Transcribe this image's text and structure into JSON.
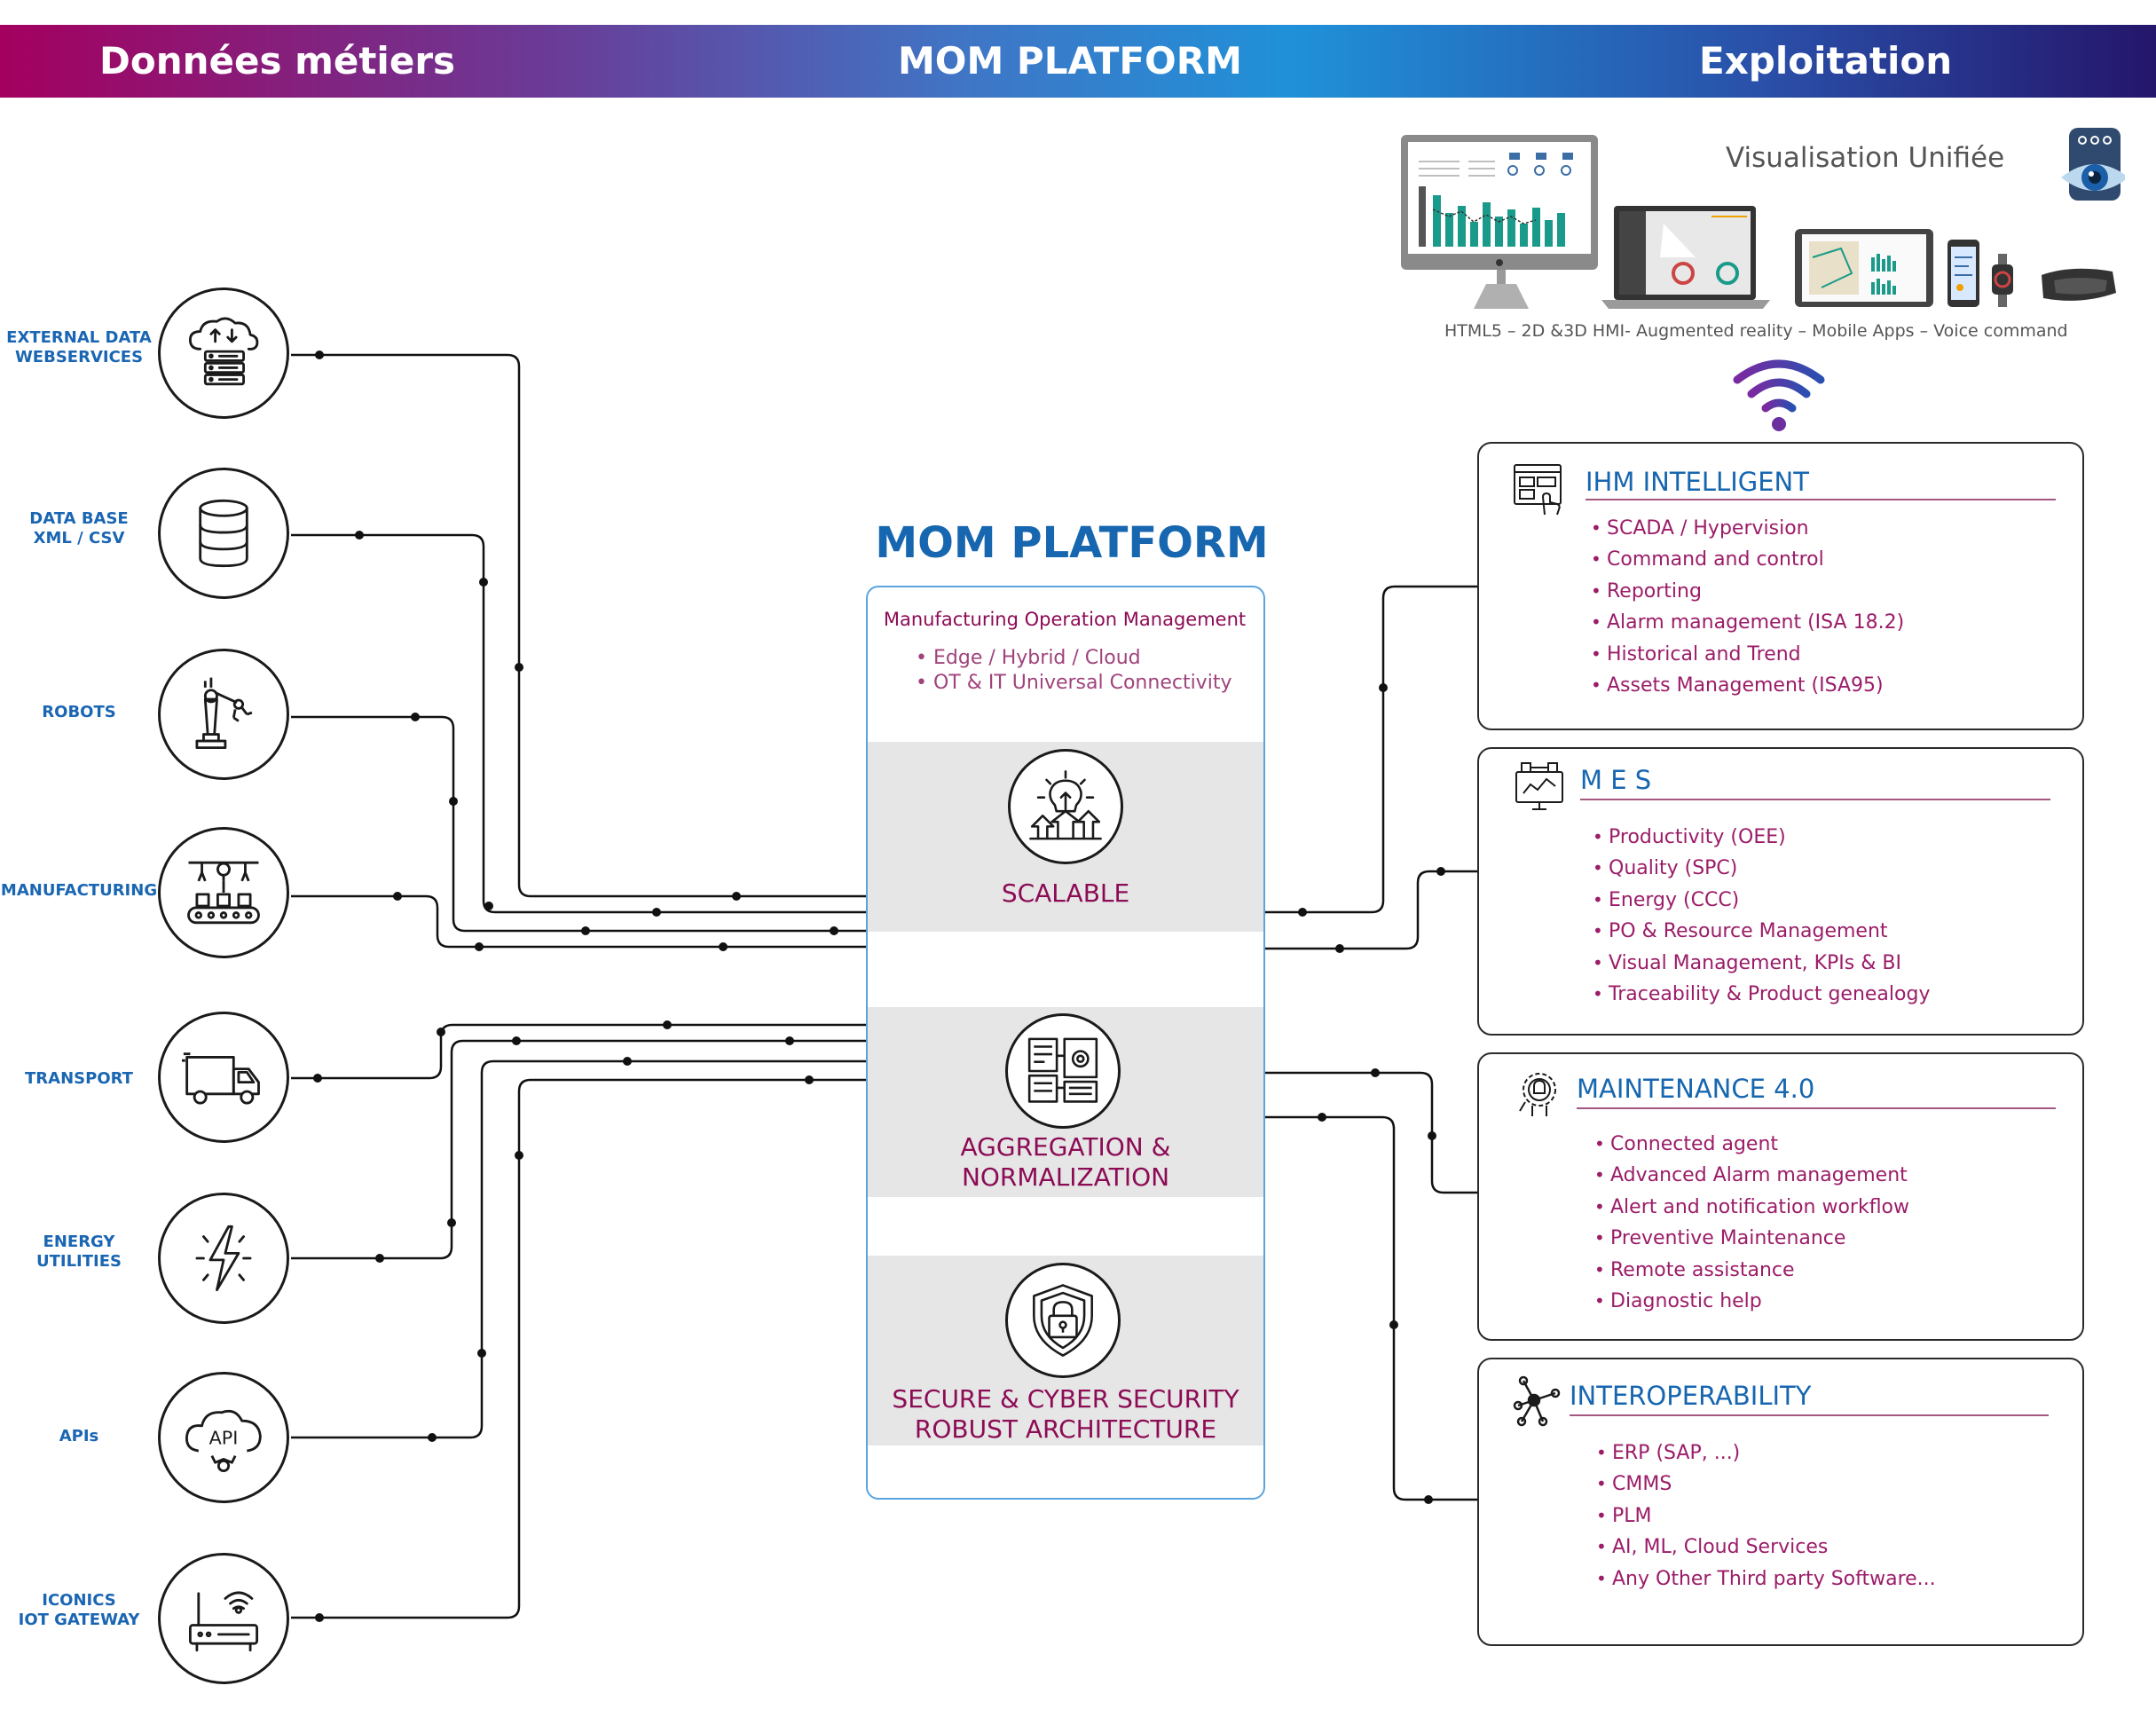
{
  "header": {
    "left": "Données métiers",
    "center": "MOM PLATFORM",
    "right": "Exploitation"
  },
  "sources": [
    {
      "id": "external-data",
      "lines": [
        "EXTERNAL DATA",
        "WEBSERVICES"
      ],
      "icon": "cloud-server-icon"
    },
    {
      "id": "database",
      "lines": [
        "DATA BASE",
        "XML / CSV"
      ],
      "icon": "database-icon"
    },
    {
      "id": "robots",
      "lines": [
        "ROBOTS"
      ],
      "icon": "robot-arm-icon"
    },
    {
      "id": "manufacturing",
      "lines": [
        "MANUFACTURING"
      ],
      "icon": "conveyor-icon"
    },
    {
      "id": "transport",
      "lines": [
        "TRANSPORT"
      ],
      "icon": "truck-icon"
    },
    {
      "id": "energy",
      "lines": [
        "ENERGY",
        "UTILITIES"
      ],
      "icon": "lightning-icon"
    },
    {
      "id": "apis",
      "lines": [
        "APIs"
      ],
      "icon": "api-cloud-icon"
    },
    {
      "id": "gateway",
      "lines": [
        "ICONICS",
        "IOT GATEWAY"
      ],
      "icon": "router-icon"
    }
  ],
  "icon_text": {
    "api": "API"
  },
  "mom": {
    "title": "MOM PLATFORM",
    "subtitle": "Manufacturing Operation Management",
    "bullets": [
      "Edge / Hybrid / Cloud",
      "OT & IT  Universal Connectivity"
    ],
    "bands": [
      {
        "lines": [
          "SCALABLE"
        ],
        "icon": "lightbulb-growth-icon"
      },
      {
        "lines": [
          "AGGREGATION &",
          "NORMALIZATION"
        ],
        "icon": "data-blocks-icon"
      },
      {
        "lines": [
          "SECURE & CYBER SECURITY",
          "ROBUST ARCHITECTURE"
        ],
        "icon": "shield-lock-icon"
      }
    ]
  },
  "visualisation": {
    "title": "Visualisation Unifiée",
    "subtitle": "HTML5 – 2D &3D HMI- Augmented reality – Mobile Apps – Voice command"
  },
  "panels": [
    {
      "id": "ihm",
      "title": "IHM INTELLIGENT",
      "icon": "hmi-touch-icon",
      "items": [
        "SCADA / Hypervision",
        "Command and control",
        "Reporting",
        "Alarm management (ISA 18.2)",
        "Historical and Trend",
        "Assets Management (ISA95)"
      ]
    },
    {
      "id": "mes",
      "title": "M E S",
      "icon": "mes-monitor-icon",
      "items": [
        "Productivity (OEE)",
        "Quality (SPC)",
        "Energy (CCC)",
        "PO & Resource Management",
        "Visual Management, KPIs & BI",
        "Traceability & Product genealogy"
      ]
    },
    {
      "id": "maintenance",
      "title": "MAINTENANCE 4.0",
      "icon": "gear-head-icon",
      "items": [
        "Connected agent",
        "Advanced Alarm management",
        "Alert and notification workflow",
        "Preventive Maintenance",
        "Remote assistance",
        "Diagnostic help"
      ]
    },
    {
      "id": "interop",
      "title": "INTEROPERABILITY",
      "icon": "network-nodes-icon",
      "items": [
        "ERP (SAP, ...)",
        "CMMS",
        "PLM",
        "AI, ML, Cloud Services",
        "Any Other Third party Software..."
      ]
    }
  ],
  "colors": {
    "blue": "#1666b0",
    "magenta": "#8c0b55",
    "wifi": "#6b2fa0"
  }
}
